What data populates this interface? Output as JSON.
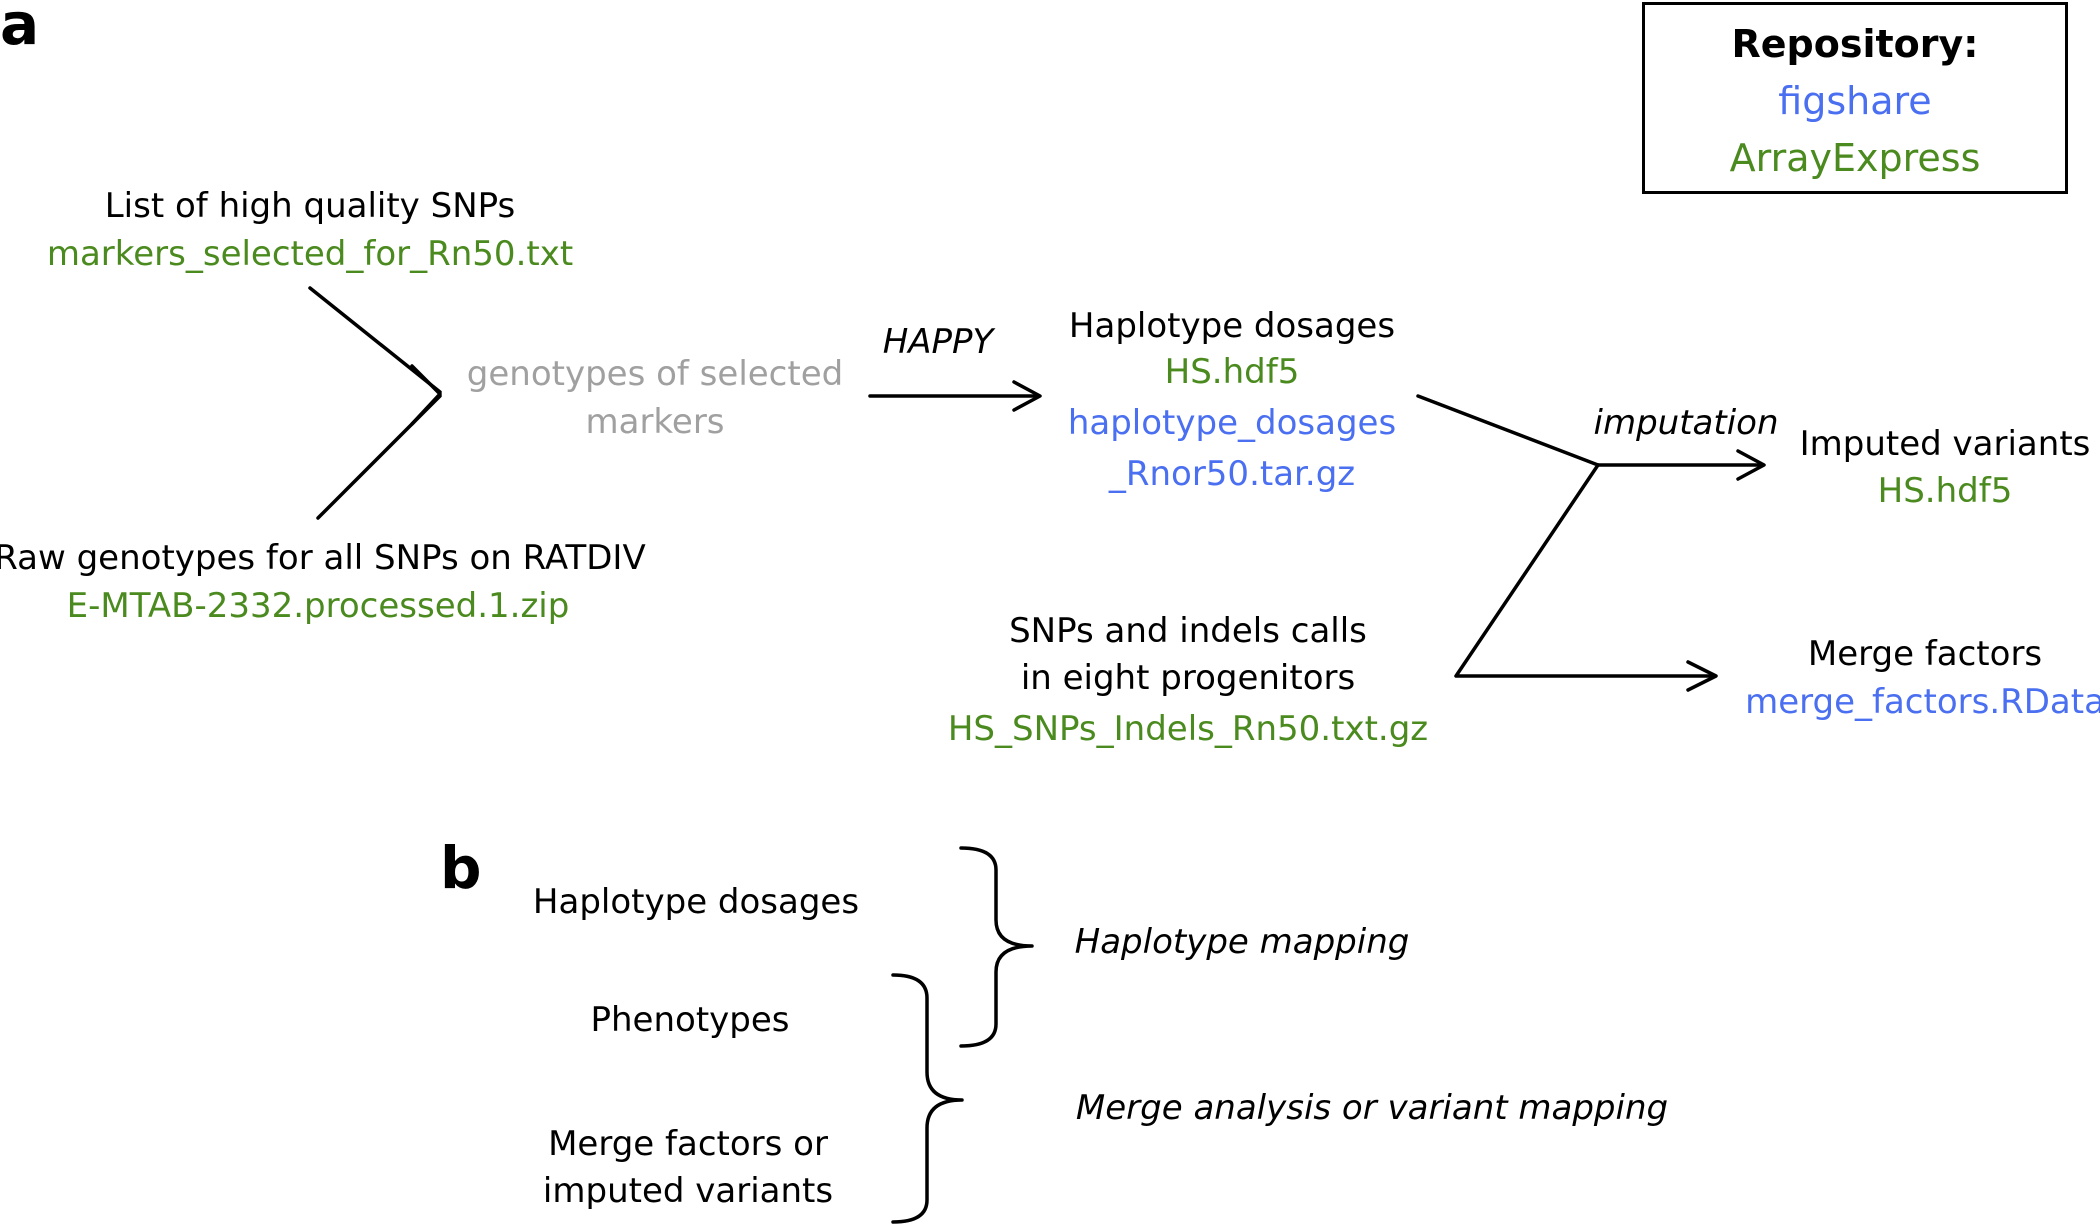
{
  "panel_a": {
    "label": "a",
    "repository": {
      "title": "Repository:",
      "figshare": "figshare",
      "arrayexpress": "ArrayExpress"
    },
    "snp_list": {
      "title": "List of high quality SNPs",
      "file": "markers_selected_for_Rn50.txt"
    },
    "raw_genotypes": {
      "title": "Raw genotypes for all SNPs on RATDIV",
      "file": "E-MTAB-2332.processed.1.zip"
    },
    "selected_genotypes": {
      "line1": "genotypes of selected",
      "line2": "markers"
    },
    "happy_label": "HAPPY",
    "haplotype_dosages": {
      "title": "Haplotype dosages",
      "file1": "HS.hdf5",
      "file2_line1": "haplotype_dosages",
      "file2_line2": "_Rnor50.tar.gz"
    },
    "progenitor_calls": {
      "line1": "SNPs and indels calls",
      "line2": "in eight progenitors",
      "file": "HS_SNPs_Indels_Rn50.txt.gz"
    },
    "imputation_label": "imputation",
    "imputed_variants": {
      "title": "Imputed variants",
      "file": "HS.hdf5"
    },
    "merge_factors": {
      "title": "Merge factors",
      "file": "merge_factors.RData"
    }
  },
  "panel_b": {
    "label": "b",
    "haplotype_dosages": "Haplotype dosages",
    "phenotypes": "Phenotypes",
    "merge_line1": "Merge factors or",
    "merge_line2": "imputed variants",
    "haplotype_mapping": "Haplotype mapping",
    "merge_analysis": "Merge analysis or variant mapping"
  },
  "colors": {
    "figshare": "#4a6ff0",
    "arrayexpress": "#4a8a1e",
    "intermediate": "#a0a0a0"
  }
}
